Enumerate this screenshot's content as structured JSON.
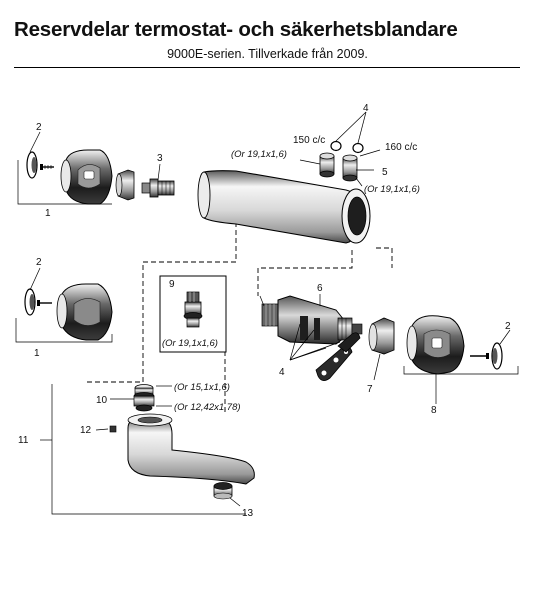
{
  "title": "Reservdelar termostat- och säkerhetsblandare",
  "subtitle": "9000E-serien. Tillverkade från 2009.",
  "callouts": {
    "n1a": "1",
    "n2a": "2",
    "n3": "3",
    "n4top": "4",
    "n5": "5",
    "n2b": "2",
    "n1b": "1",
    "n9": "9",
    "n6": "6",
    "n2c": "2",
    "n4mid": "4",
    "n7": "7",
    "n8": "8",
    "n10": "10",
    "n11": "11",
    "n12": "12",
    "n13": "13"
  },
  "annotations": {
    "c150": "150 c/c",
    "c160": "160 c/c",
    "oring_3": "(Or 19,1x1,6)",
    "oring_5": "(Or 19,1x1,6)",
    "oring_9": "(Or 19,1x1,6)",
    "oring_10a": "(Or 15,1x1,6)",
    "oring_10b": "(Or 12,42x1,78)"
  }
}
